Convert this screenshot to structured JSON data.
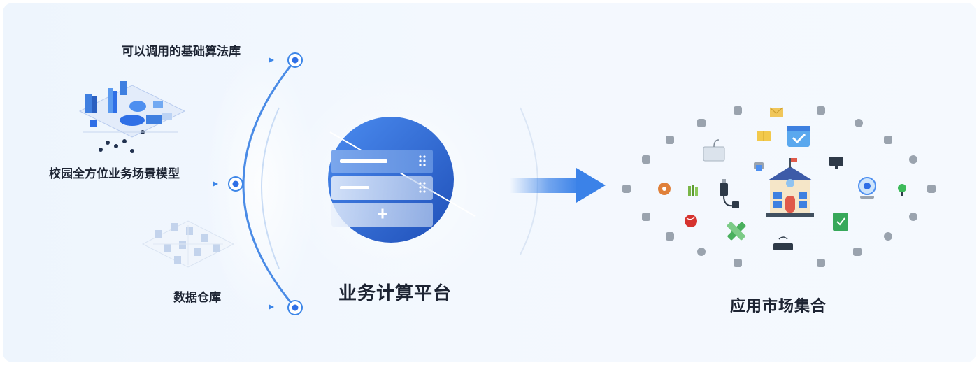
{
  "left": {
    "algorithm_library": "可以调用的基础算法库",
    "campus_scene_model": "校园全方位业务场景模型",
    "data_warehouse": "数据仓库"
  },
  "center": {
    "platform_title": "业务计算平台"
  },
  "right": {
    "market_title": "应用市场集合"
  },
  "colors": {
    "primary_blue": "#2f6fe6",
    "arrow_blue": "#3b82e8",
    "deep_blue": "#2a55c8",
    "text_dark": "#1d2433",
    "icon_gray": "#9aa3ae"
  },
  "icons": [
    "campus-scene-illustration-icon",
    "data-warehouse-illustration-icon",
    "server-stack-icon",
    "school-building-icon",
    "calendar-check-icon",
    "keyboard-icon",
    "usb-cable-icon",
    "webcam-icon",
    "router-icon",
    "pencil-ruler-icon",
    "notebook-icon",
    "lightbulb-icon",
    "monitor-icon",
    "printer-icon",
    "book-icon",
    "books-icon",
    "globe-icon",
    "disc-icon"
  ]
}
